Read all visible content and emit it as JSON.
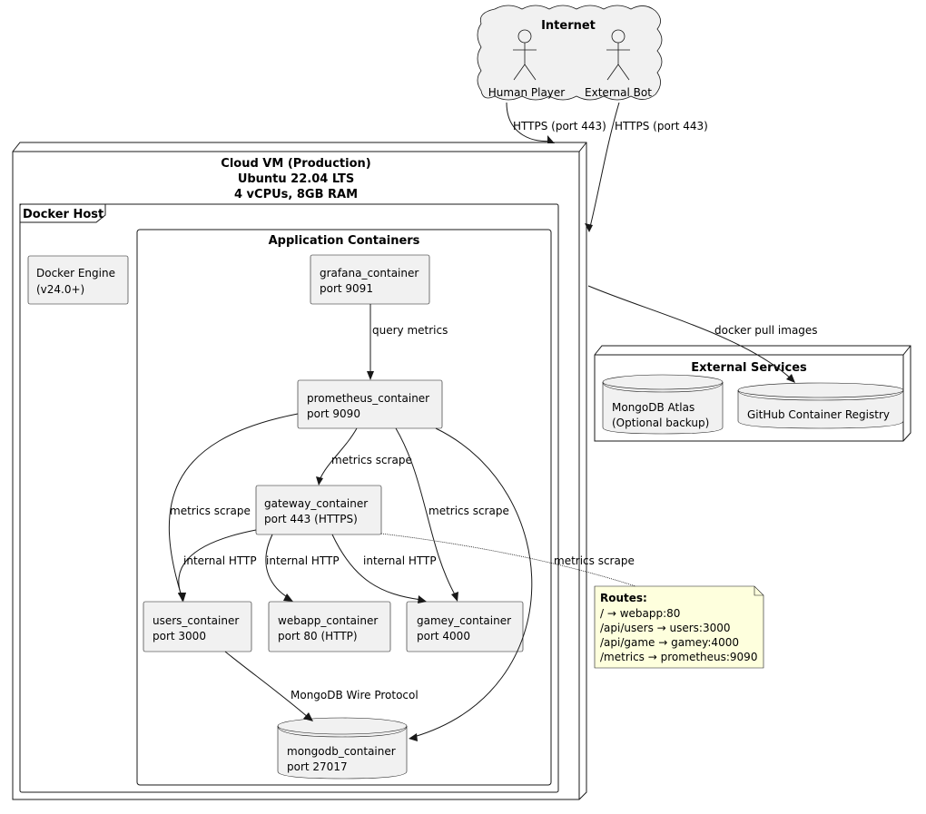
{
  "internet": {
    "title": "Internet",
    "actors": [
      "Human Player",
      "External Bot"
    ]
  },
  "cloud_vm": {
    "title_lines": [
      "Cloud VM (Production)",
      "Ubuntu 22.04 LTS",
      "4 vCPUs, 8GB RAM"
    ]
  },
  "docker_host": {
    "title": "Docker Host",
    "engine_lines": [
      "Docker Engine",
      "(v24.0+)"
    ]
  },
  "app_containers": {
    "title": "Application Containers",
    "grafana": [
      "grafana_container",
      "port 9091"
    ],
    "prometheus": [
      "prometheus_container",
      "port 9090"
    ],
    "gateway": [
      "gateway_container",
      "port 443 (HTTPS)"
    ],
    "users": [
      "users_container",
      "port 3000"
    ],
    "webapp": [
      "webapp_container",
      "port 80 (HTTP)"
    ],
    "gamey": [
      "gamey_container",
      "port 4000"
    ],
    "mongodb": [
      "mongodb_container",
      "port 27017"
    ]
  },
  "external_services": {
    "title": "External Services",
    "atlas": [
      "MongoDB Atlas",
      "(Optional backup)"
    ],
    "ghcr": [
      "GitHub Container Registry"
    ]
  },
  "note": {
    "title": "Routes:",
    "lines": [
      "/ → webapp:80",
      "/api/users → users:3000",
      "/api/game → gamey:4000",
      "/metrics → prometheus:9090"
    ]
  },
  "edge_labels": {
    "https_human": "HTTPS (port 443)",
    "https_bot": "HTTPS (port 443)",
    "docker_pull": "docker pull images",
    "query_metrics": "query metrics",
    "scrape_users": "metrics scrape",
    "scrape_gateway": "metrics scrape",
    "scrape_gamey": "metrics scrape",
    "scrape_mongo": "metrics scrape",
    "http_users": "internal HTTP",
    "http_webapp": "internal HTTP",
    "http_gamey": "internal HTTP",
    "mongo_wire": "MongoDB Wire Protocol"
  },
  "colors": {
    "node_fill": "#F1F1F1",
    "note_fill": "#FEFFDD",
    "line": "#181818"
  }
}
